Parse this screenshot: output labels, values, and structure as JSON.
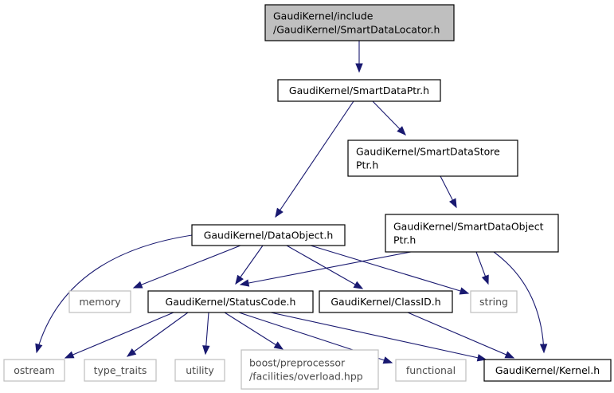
{
  "diagram": {
    "type": "include-dependency-graph",
    "colors": {
      "edge": "#191970",
      "root_fill": "#bfbfbf",
      "node_border": "#000000",
      "system_border": "#bfbfbf",
      "system_text": "#4b4b4b"
    },
    "nodes": [
      {
        "id": "root",
        "lines": [
          "GaudiKernel/include",
          "/GaudiKernel/SmartDataLocator.h"
        ],
        "kind": "root"
      },
      {
        "id": "sdptr",
        "lines": [
          "GaudiKernel/SmartDataPtr.h"
        ],
        "kind": "file"
      },
      {
        "id": "sdstore",
        "lines": [
          "GaudiKernel/SmartDataStore",
          "Ptr.h"
        ],
        "kind": "file"
      },
      {
        "id": "sdobj",
        "lines": [
          "GaudiKernel/SmartDataObject",
          "Ptr.h"
        ],
        "kind": "file"
      },
      {
        "id": "dataobj",
        "lines": [
          "GaudiKernel/DataObject.h"
        ],
        "kind": "file"
      },
      {
        "id": "memory",
        "lines": [
          "memory"
        ],
        "kind": "system"
      },
      {
        "id": "status",
        "lines": [
          "GaudiKernel/StatusCode.h"
        ],
        "kind": "file"
      },
      {
        "id": "classid",
        "lines": [
          "GaudiKernel/ClassID.h"
        ],
        "kind": "file"
      },
      {
        "id": "string",
        "lines": [
          "string"
        ],
        "kind": "system"
      },
      {
        "id": "ostream",
        "lines": [
          "ostream"
        ],
        "kind": "system"
      },
      {
        "id": "typetraits",
        "lines": [
          "type_traits"
        ],
        "kind": "system"
      },
      {
        "id": "utility",
        "lines": [
          "utility"
        ],
        "kind": "system"
      },
      {
        "id": "boost",
        "lines": [
          "boost/preprocessor",
          "/facilities/overload.hpp"
        ],
        "kind": "system"
      },
      {
        "id": "functional",
        "lines": [
          "functional"
        ],
        "kind": "system"
      },
      {
        "id": "kernel",
        "lines": [
          "GaudiKernel/Kernel.h"
        ],
        "kind": "file"
      }
    ],
    "edges": [
      [
        "root",
        "sdptr"
      ],
      [
        "sdptr",
        "dataobj"
      ],
      [
        "sdptr",
        "sdstore"
      ],
      [
        "sdstore",
        "sdobj"
      ],
      [
        "sdobj",
        "status"
      ],
      [
        "sdobj",
        "string"
      ],
      [
        "sdobj",
        "kernel"
      ],
      [
        "dataobj",
        "ostream"
      ],
      [
        "dataobj",
        "memory"
      ],
      [
        "dataobj",
        "status"
      ],
      [
        "dataobj",
        "classid"
      ],
      [
        "dataobj",
        "string"
      ],
      [
        "status",
        "ostream"
      ],
      [
        "status",
        "typetraits"
      ],
      [
        "status",
        "utility"
      ],
      [
        "status",
        "boost"
      ],
      [
        "status",
        "functional"
      ],
      [
        "status",
        "kernel"
      ],
      [
        "classid",
        "kernel"
      ]
    ]
  }
}
